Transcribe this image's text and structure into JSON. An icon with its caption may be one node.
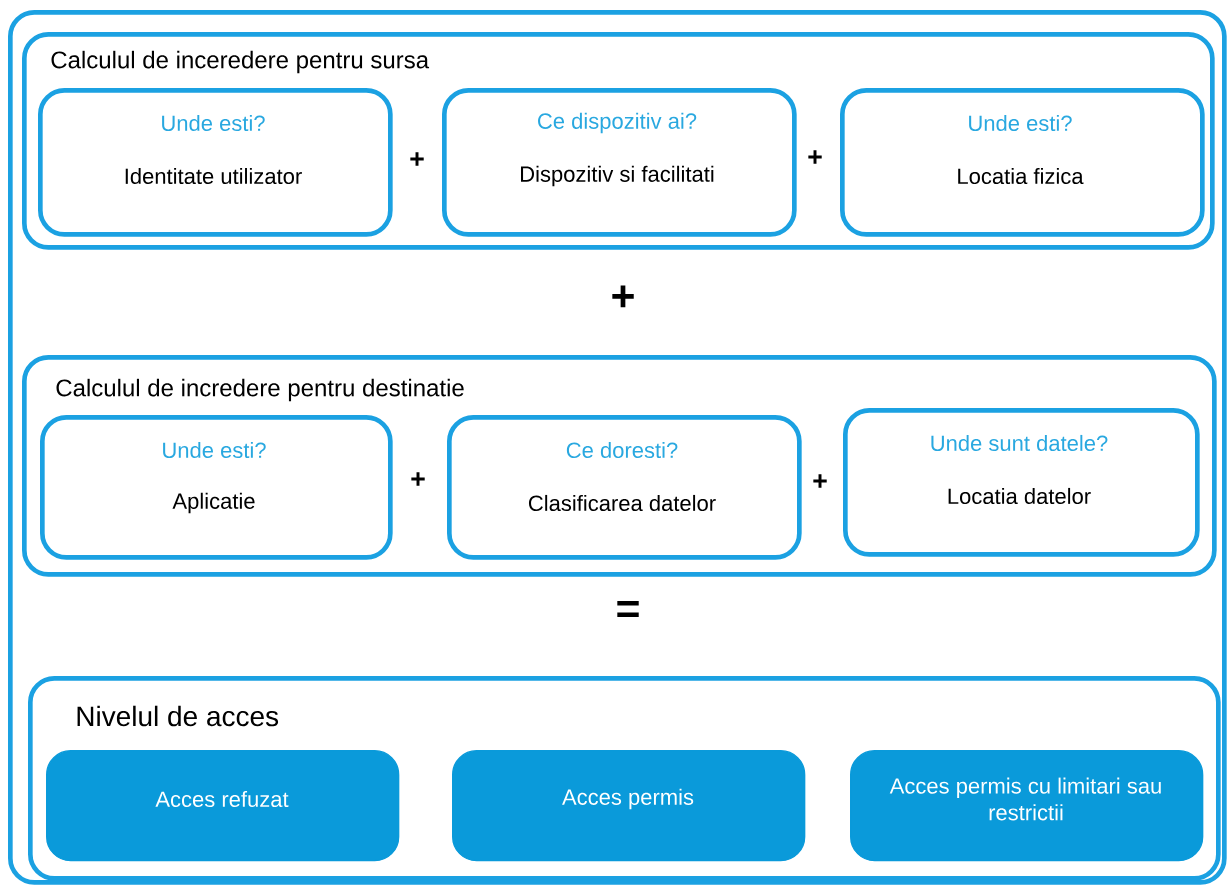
{
  "diagram": {
    "nodes": [
      {
        "text": [],
        "shape": "box"
      },
      {
        "text": [
          "Calculul de inceredere pentru sursa"
        ],
        "in": 0
      },
      {
        "text": [
          "Unde esti?",
          "Identitate utilizator"
        ],
        "in": 1
      },
      {
        "text": [
          "Ce dispozitiv ai?",
          "Dispozitiv si facilitati"
        ],
        "in": 1
      },
      {
        "text": [
          "Unde esti?",
          "Locatia fizica"
        ],
        "in": 1
      },
      {
        "text": [
          "Calculul de incredere pentru destinatie"
        ],
        "in": 0
      },
      {
        "text": [
          "Unde esti?",
          "Aplicatie"
        ],
        "in": 5
      },
      {
        "text": [
          "Ce doresti?",
          "Clasificarea datelor"
        ],
        "in": 5
      },
      {
        "text": [
          "Unde sunt datele?",
          "Locatia datelor"
        ],
        "in": 5
      },
      {
        "text": [
          "Nivelul de acces"
        ],
        "in": 0
      },
      {
        "text": [
          "Acces refuzat"
        ],
        "in": 9
      },
      {
        "text": [
          "Acces permis"
        ],
        "in": 9
      },
      {
        "text": [
          "Acces permis cu limitari sau restrictii"
        ],
        "in": 9
      }
    ],
    "labels": [
      "+",
      "+",
      "+",
      "+",
      "+",
      "="
    ]
  }
}
